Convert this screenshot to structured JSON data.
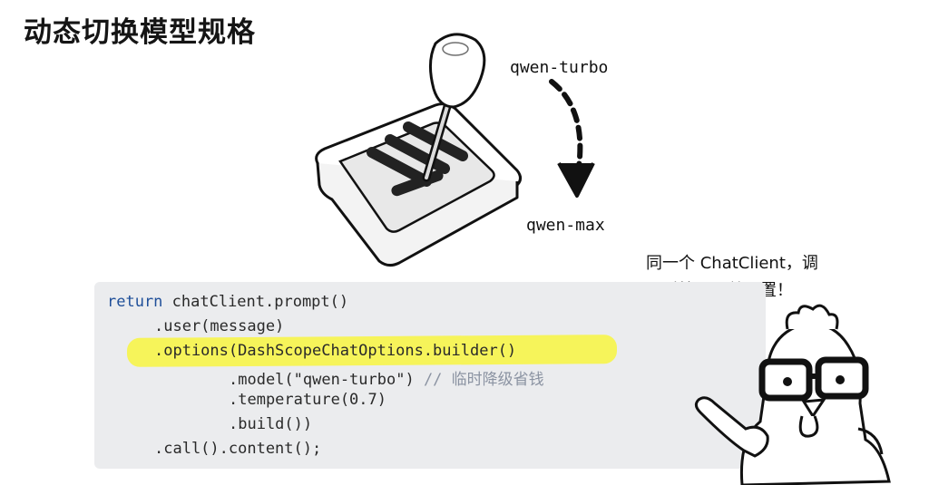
{
  "title": "动态切换模型规格",
  "gearshift": {
    "from_label": "qwen-turbo",
    "to_label": "qwen-max"
  },
  "callout": {
    "line1": "同一个 ChatClient，调",
    "line2": "用时按需覆盖配置！"
  },
  "code": {
    "line1_kw": "return",
    "line1_rest": " chatClient.prompt()",
    "line2": ".user(message)",
    "line3": ".options(DashScopeChatOptions.builder()",
    "line4_code": ".model(\"qwen-turbo\")",
    "line4_comment": " // 临时降级省钱",
    "line5": ".temperature(0.7)",
    "line6": ".build())",
    "line7": ".call().content();"
  },
  "colors": {
    "highlight": "#f6f45a",
    "keyword": "#1f4f99",
    "comment": "#8b93a2",
    "code_bg": "#ebecee"
  },
  "icons": [
    "gear-shift-illustration",
    "curved-dashed-arrow-icon",
    "curved-arrow-icon",
    "chicken-mascot-illustration"
  ]
}
